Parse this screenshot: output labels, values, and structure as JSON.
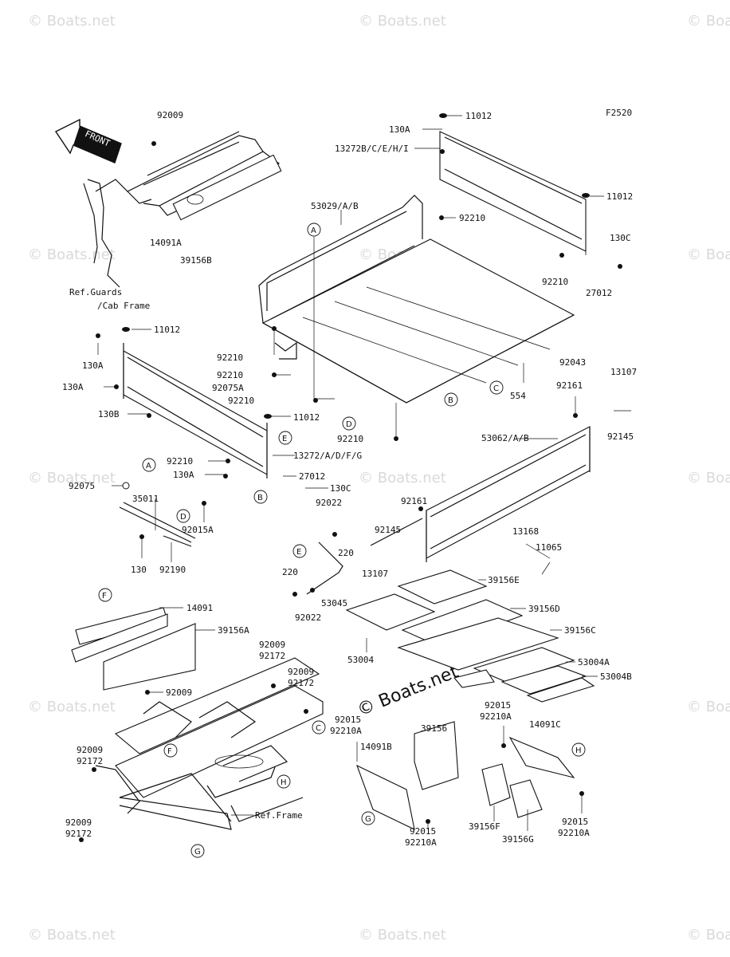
{
  "diagram_code": "F2520",
  "front_arrow_text": "FRONT",
  "watermark_text": "© Boats.net",
  "parts": {
    "p92009_top": "92009",
    "p14091A": "14091A",
    "p39156B": "39156B",
    "ref_guards_1": "Ref.Guards",
    "ref_guards_2": "/Cab Frame",
    "p130A_top": "130A",
    "p11012_top": "11012",
    "p13272BCEHI": "13272B/C/E/H/I",
    "p11012_right": "11012",
    "p53029AB": "53029/A/B",
    "p92210_topright": "92210",
    "p130C_right": "130C",
    "p92210_right": "92210",
    "p27012_right": "27012",
    "p11012_left": "11012",
    "p130A_left1": "130A",
    "p92210_l1": "92210",
    "p92210_l2": "92210",
    "p92075A": "92075A",
    "p92210_l3": "92210",
    "p130A_left2": "130A",
    "p130B": "130B",
    "p11012_mid": "11012",
    "p92210_mid": "92210",
    "p554": "554",
    "p92043": "92043",
    "p13107_right": "13107",
    "p92161_right": "92161",
    "p92145_right": "92145",
    "p13272ADFG": "13272/A/D/F/G",
    "p53062AB": "53062/A/B",
    "p92210_low": "92210",
    "p130A_low": "130A",
    "p27012_low": "27012",
    "p130C_low": "130C",
    "p92075": "92075",
    "p35011": "35011",
    "p92015A": "92015A",
    "p130_low": "130",
    "p92190": "92190",
    "p92022_top": "92022",
    "p220_top": "220",
    "p92161_mid": "92161",
    "p92145_mid": "92145",
    "p13107_mid": "13107",
    "p13168": "13168",
    "p11065": "11065",
    "p220_low": "220",
    "p92022_low": "92022",
    "p53045": "53045",
    "p39156E": "39156E",
    "p39156D": "39156D",
    "p39156C": "39156C",
    "p53004": "53004",
    "p53004A": "53004A",
    "p53004B": "53004B",
    "p14091": "14091",
    "p39156A": "39156A",
    "p92009_a": "92009",
    "p92172_a": "92172",
    "p92009_b": "92009",
    "p92172_b": "92172",
    "p92009_c": "92009",
    "p92009_d": "92009",
    "p92172_d": "92172",
    "p92009_e": "92009",
    "p92172_e": "92172",
    "ref_frame": "Ref.Frame",
    "p92015_a": "92015",
    "p92210A_a": "92210A",
    "p14091B": "14091B",
    "p39156": "39156",
    "p92015_b": "92015",
    "p92210A_b": "92210A",
    "p92015_c": "92015",
    "p92210A_c": "92210A",
    "p14091C": "14091C",
    "p92015_d": "92015",
    "p92210A_d": "92210A",
    "p39156F": "39156F",
    "p39156G": "39156G"
  },
  "callouts": {
    "A": "A",
    "B": "B",
    "C": "C",
    "D": "D",
    "E": "E",
    "F": "F",
    "G": "G",
    "H": "H"
  }
}
